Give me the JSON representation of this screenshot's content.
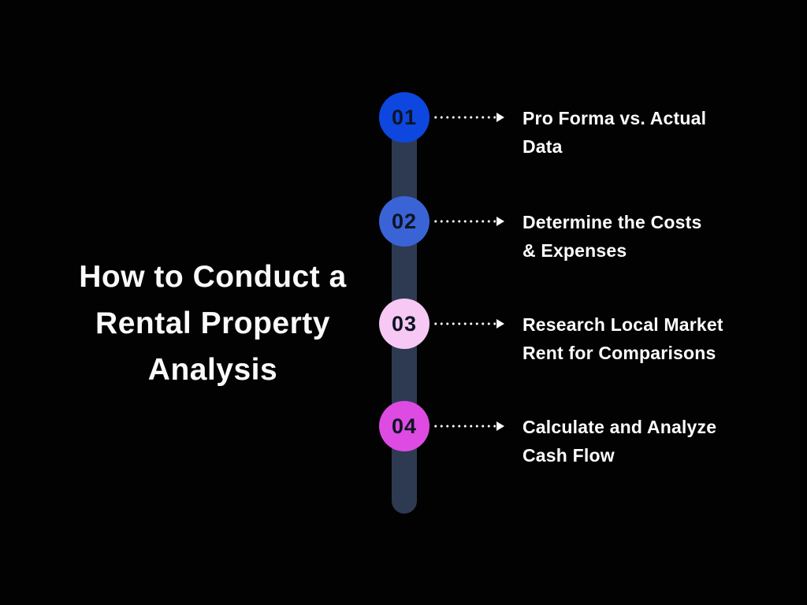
{
  "page": {
    "background_color": "#020202"
  },
  "title": {
    "lines": [
      "How to Conduct a",
      "Rental Property",
      "Analysis"
    ],
    "color": "#fafafa"
  },
  "timeline": {
    "bar_color": "#2e3a52",
    "dot_color": "#ffffff",
    "arrow_color": "#ffffff",
    "label_color": "#fdfdfd",
    "steps": [
      {
        "number": "01",
        "circle_color": "#0d47e0",
        "number_color": "#0d1424",
        "label_lines": [
          "Pro Forma vs. Actual",
          "Data"
        ]
      },
      {
        "number": "02",
        "circle_color": "#3a63d6",
        "number_color": "#0d1424",
        "label_lines": [
          "Determine the Costs",
          "& Expenses"
        ]
      },
      {
        "number": "03",
        "circle_color": "#f6c8f3",
        "number_color": "#0d1424",
        "label_lines": [
          "Research Local Market",
          "Rent for Comparisons"
        ]
      },
      {
        "number": "04",
        "circle_color": "#de4be2",
        "number_color": "#0d1424",
        "label_lines": [
          "Calculate and Analyze",
          "Cash Flow"
        ]
      }
    ]
  }
}
